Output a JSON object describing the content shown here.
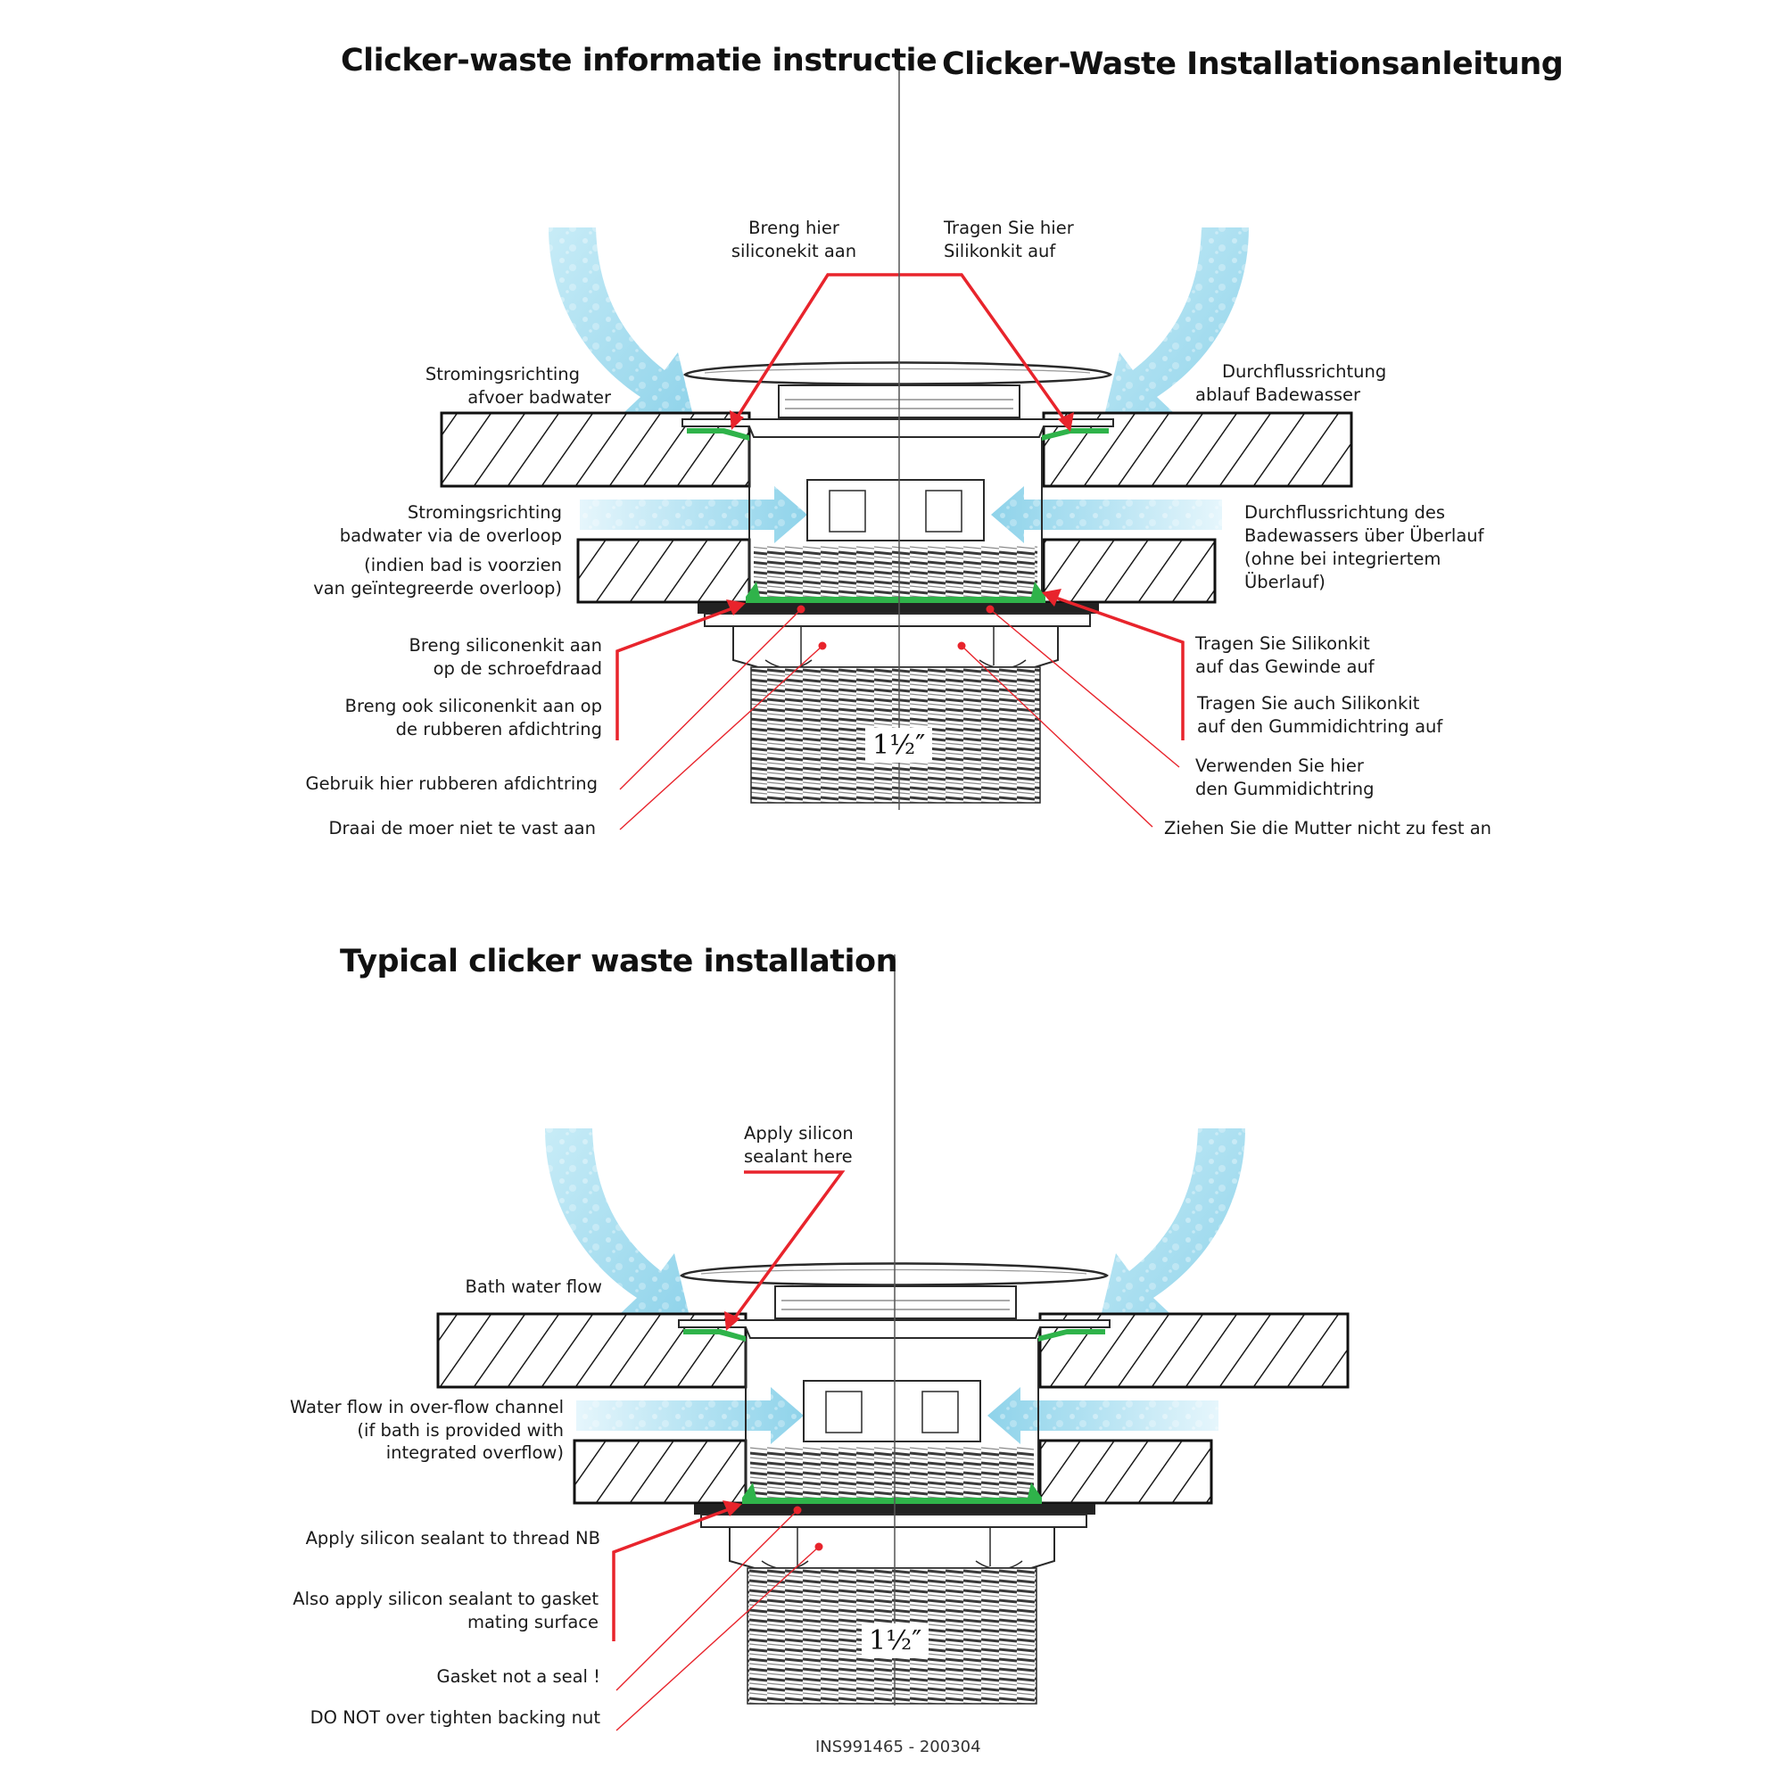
{
  "top": {
    "title_nl": "Clicker-waste informatie instructie",
    "title_de": "Clicker-Waste Installationsanleitung",
    "nl": {
      "apply_here": [
        "Breng hier",
        "siliconekit aan"
      ],
      "flow_drain": [
        "Stromingsrichting",
        "afvoer badwater"
      ],
      "flow_overflow": [
        "Stromingsrichting",
        "badwater via de overloop"
      ],
      "overflow_note": [
        "(indien bad is voorzien",
        "van geïntegreerde overloop)"
      ],
      "thread": [
        "Breng siliconenkit aan",
        "op de schroefdraad"
      ],
      "gasket_surface": [
        "Breng ook siliconenkit aan op",
        "de rubberen afdichtring"
      ],
      "use_gasket": "Gebruik hier rubberen afdichtring",
      "nut": "Draai de moer niet te vast aan"
    },
    "de": {
      "apply_here": [
        "Tragen Sie hier",
        "Silikonkit auf"
      ],
      "flow_drain": [
        "Durchflussrichtung",
        "ablauf Badewasser"
      ],
      "flow_overflow": [
        "Durchflussrichtung des",
        "Badewassers über Überlauf"
      ],
      "overflow_note": [
        "(ohne bei integriertem",
        "Überlauf)"
      ],
      "thread": [
        "Tragen Sie Silikonkit",
        "auf das Gewinde auf"
      ],
      "gasket_surface": [
        "Tragen Sie auch Silikonkit",
        "auf den Gummidichtring auf"
      ],
      "use_gasket": [
        "Verwenden Sie hier",
        "den Gummidichtring"
      ],
      "nut": "Ziehen Sie die Mutter nicht zu fest an"
    },
    "size_label": "1½″"
  },
  "bottom": {
    "title": "Typical clicker waste installation",
    "apply_here": [
      "Apply silicon",
      "sealant here"
    ],
    "bath_flow": "Bath water flow",
    "overflow": [
      "Water flow in over-flow channel",
      "(if bath is provided with",
      "integrated overflow)"
    ],
    "thread": "Apply silicon sealant to thread NB",
    "gasket_surface": [
      "Also apply silicon sealant to gasket",
      "mating surface"
    ],
    "gasket": "Gasket not a seal !",
    "nut": "DO NOT over tighten backing nut",
    "size_label": "1½″"
  },
  "doc_code": "INS991465 - 200304",
  "colors": {
    "callout_red": "#e8242c",
    "sealant_green": "#2fb34a",
    "water_blue": "#a9dff0",
    "water_blue_dark": "#7cc9e4",
    "outline": "#2a2a2a",
    "thread_gray": "#555555"
  },
  "icons": [
    "water-flow-arrow-icon",
    "drain-plug-cap-icon",
    "thread-body-icon",
    "backing-nut-icon",
    "gasket-icon"
  ]
}
